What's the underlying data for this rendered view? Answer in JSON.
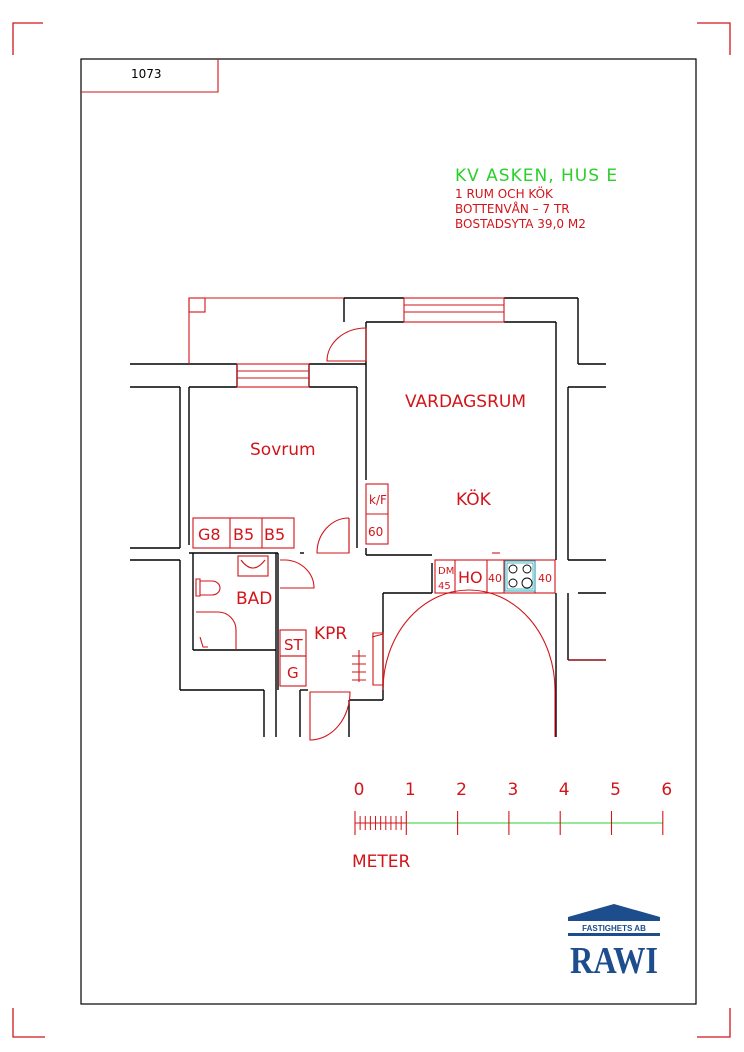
{
  "sheet": {
    "number": "1073"
  },
  "header": {
    "title": "KV ASKEN, HUS E",
    "lines": [
      "1 RUM OCH KÖK",
      "BOTTENVÅN – 7 TR",
      "BOSTADSYTA 39,0 M2"
    ]
  },
  "rooms": {
    "living": "VARDAGSRUM",
    "bedroom": "Sovrum",
    "kitchen": "KÖK",
    "bath": "BAD",
    "closet": "KPR"
  },
  "fixtures": {
    "wardrobes": [
      "G8",
      "B5",
      "B5"
    ],
    "fridge_label": "k/F",
    "fridge_width": "60",
    "dishwasher": [
      "DM",
      "45"
    ],
    "oven": "HO",
    "counter_left": "40",
    "counter_right": "40",
    "storage": "ST",
    "g_cabinet": "G"
  },
  "scale": {
    "ticks": [
      "0",
      "1",
      "2",
      "3",
      "4",
      "5",
      "6"
    ],
    "unit": "METER"
  },
  "logo": {
    "top_text": "FASTIGHETS AB",
    "main_text": "RAWI"
  },
  "colors": {
    "red": "#d2151a",
    "green": "#2bd02b",
    "navy": "#1d4d8c",
    "black": "#000000"
  }
}
